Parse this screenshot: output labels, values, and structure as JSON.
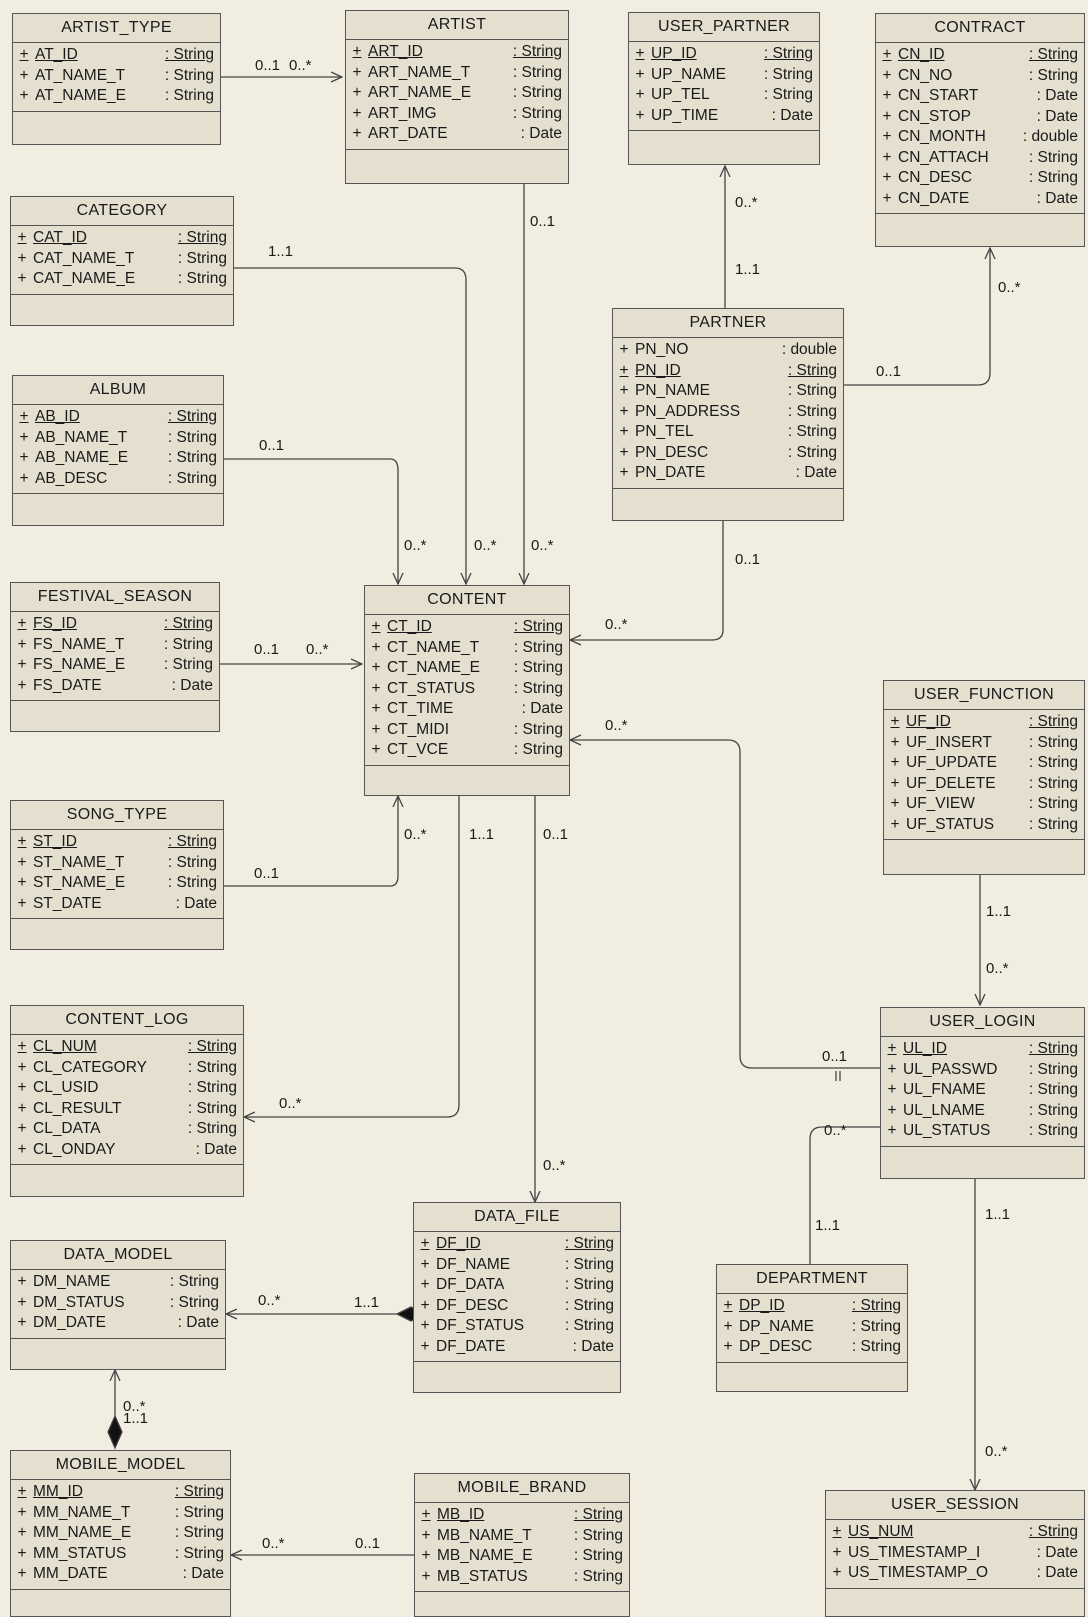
{
  "entities": {
    "artist_type": {
      "name": "ARTIST_TYPE",
      "attrs": [
        {
          "v": "+",
          "n": "AT_ID",
          "t": ": String",
          "key": true
        },
        {
          "v": "+",
          "n": "AT_NAME_T",
          "t": ": String"
        },
        {
          "v": "+",
          "n": "AT_NAME_E",
          "t": ": String"
        }
      ]
    },
    "artist": {
      "name": "ARTIST",
      "attrs": [
        {
          "v": "+",
          "n": "ART_ID",
          "t": ": String",
          "key": true
        },
        {
          "v": "+",
          "n": "ART_NAME_T",
          "t": ": String"
        },
        {
          "v": "+",
          "n": "ART_NAME_E",
          "t": ": String"
        },
        {
          "v": "+",
          "n": "ART_IMG",
          "t": ": String"
        },
        {
          "v": "+",
          "n": "ART_DATE",
          "t": ": Date"
        }
      ]
    },
    "user_partner": {
      "name": "USER_PARTNER",
      "attrs": [
        {
          "v": "+",
          "n": "UP_ID",
          "t": ": String",
          "key": true
        },
        {
          "v": "+",
          "n": "UP_NAME",
          "t": ": String"
        },
        {
          "v": "+",
          "n": "UP_TEL",
          "t": ": String"
        },
        {
          "v": "+",
          "n": "UP_TIME",
          "t": ": Date"
        }
      ]
    },
    "contract": {
      "name": "CONTRACT",
      "attrs": [
        {
          "v": "+",
          "n": "CN_ID",
          "t": ": String",
          "key": true
        },
        {
          "v": "+",
          "n": "CN_NO",
          "t": ": String"
        },
        {
          "v": "+",
          "n": "CN_START",
          "t": ": Date"
        },
        {
          "v": "+",
          "n": "CN_STOP",
          "t": ": Date"
        },
        {
          "v": "+",
          "n": "CN_MONTH",
          "t": ": double"
        },
        {
          "v": "+",
          "n": "CN_ATTACH",
          "t": ": String"
        },
        {
          "v": "+",
          "n": "CN_DESC",
          "t": ": String"
        },
        {
          "v": "+",
          "n": "CN_DATE",
          "t": ": Date"
        }
      ]
    },
    "category": {
      "name": "CATEGORY",
      "attrs": [
        {
          "v": "+",
          "n": "CAT_ID",
          "t": ": String",
          "key": true
        },
        {
          "v": "+",
          "n": "CAT_NAME_T",
          "t": ": String"
        },
        {
          "v": "+",
          "n": "CAT_NAME_E",
          "t": ": String"
        }
      ]
    },
    "partner": {
      "name": "PARTNER",
      "attrs": [
        {
          "v": "+",
          "n": "PN_NO",
          "t": ": double"
        },
        {
          "v": "+",
          "n": "PN_ID",
          "t": ": String",
          "key": true
        },
        {
          "v": "+",
          "n": "PN_NAME",
          "t": ": String"
        },
        {
          "v": "+",
          "n": "PN_ADDRESS",
          "t": ": String"
        },
        {
          "v": "+",
          "n": "PN_TEL",
          "t": ": String"
        },
        {
          "v": "+",
          "n": "PN_DESC",
          "t": ": String"
        },
        {
          "v": "+",
          "n": "PN_DATE",
          "t": ": Date"
        }
      ]
    },
    "album": {
      "name": "ALBUM",
      "attrs": [
        {
          "v": "+",
          "n": "AB_ID",
          "t": ": String",
          "key": true
        },
        {
          "v": "+",
          "n": "AB_NAME_T",
          "t": ": String"
        },
        {
          "v": "+",
          "n": "AB_NAME_E",
          "t": ": String"
        },
        {
          "v": "+",
          "n": "AB_DESC",
          "t": ": String"
        }
      ]
    },
    "festival_season": {
      "name": "FESTIVAL_SEASON",
      "attrs": [
        {
          "v": "+",
          "n": "FS_ID",
          "t": ": String",
          "key": true
        },
        {
          "v": "+",
          "n": "FS_NAME_T",
          "t": ": String"
        },
        {
          "v": "+",
          "n": "FS_NAME_E",
          "t": ": String"
        },
        {
          "v": "+",
          "n": "FS_DATE",
          "t": ": Date"
        }
      ]
    },
    "content": {
      "name": "CONTENT",
      "attrs": [
        {
          "v": "+",
          "n": "CT_ID",
          "t": ": String",
          "key": true
        },
        {
          "v": "+",
          "n": "CT_NAME_T",
          "t": ": String"
        },
        {
          "v": "+",
          "n": "CT_NAME_E",
          "t": ": String"
        },
        {
          "v": "+",
          "n": "CT_STATUS",
          "t": ": String"
        },
        {
          "v": "+",
          "n": "CT_TIME",
          "t": ": Date"
        },
        {
          "v": "+",
          "n": "CT_MIDI",
          "t": ": String"
        },
        {
          "v": "+",
          "n": "CT_VCE",
          "t": ": String"
        }
      ]
    },
    "user_function": {
      "name": "USER_FUNCTION",
      "attrs": [
        {
          "v": "+",
          "n": "UF_ID",
          "t": ": String",
          "key": true
        },
        {
          "v": "+",
          "n": "UF_INSERT",
          "t": ": String"
        },
        {
          "v": "+",
          "n": "UF_UPDATE",
          "t": ": String"
        },
        {
          "v": "+",
          "n": "UF_DELETE",
          "t": ": String"
        },
        {
          "v": "+",
          "n": "UF_VIEW",
          "t": ": String"
        },
        {
          "v": "+",
          "n": "UF_STATUS",
          "t": ": String"
        }
      ]
    },
    "song_type": {
      "name": "SONG_TYPE",
      "attrs": [
        {
          "v": "+",
          "n": "ST_ID",
          "t": ": String",
          "key": true
        },
        {
          "v": "+",
          "n": "ST_NAME_T",
          "t": ": String"
        },
        {
          "v": "+",
          "n": "ST_NAME_E",
          "t": ": String"
        },
        {
          "v": "+",
          "n": "ST_DATE",
          "t": ": Date"
        }
      ]
    },
    "content_log": {
      "name": "CONTENT_LOG",
      "attrs": [
        {
          "v": "+",
          "n": "CL_NUM",
          "t": ": String",
          "key": true
        },
        {
          "v": "+",
          "n": "CL_CATEGORY",
          "t": ": String"
        },
        {
          "v": "+",
          "n": "CL_USID",
          "t": ": String"
        },
        {
          "v": "+",
          "n": "CL_RESULT",
          "t": ": String"
        },
        {
          "v": "+",
          "n": "CL_DATA",
          "t": ": String"
        },
        {
          "v": "+",
          "n": "CL_ONDAY",
          "t": ": Date"
        }
      ]
    },
    "user_login": {
      "name": "USER_LOGIN",
      "attrs": [
        {
          "v": "+",
          "n": "UL_ID",
          "t": ": String",
          "key": true
        },
        {
          "v": "+",
          "n": "UL_PASSWD",
          "t": ": String"
        },
        {
          "v": "+",
          "n": "UL_FNAME",
          "t": ": String"
        },
        {
          "v": "+",
          "n": "UL_LNAME",
          "t": ": String"
        },
        {
          "v": "+",
          "n": "UL_STATUS",
          "t": ": String"
        }
      ]
    },
    "data_file": {
      "name": "DATA_FILE",
      "attrs": [
        {
          "v": "+",
          "n": "DF_ID",
          "t": ": String",
          "key": true
        },
        {
          "v": "+",
          "n": "DF_NAME",
          "t": ": String"
        },
        {
          "v": "+",
          "n": "DF_DATA",
          "t": ": String"
        },
        {
          "v": "+",
          "n": "DF_DESC",
          "t": ": String"
        },
        {
          "v": "+",
          "n": "DF_STATUS",
          "t": ": String"
        },
        {
          "v": "+",
          "n": "DF_DATE",
          "t": ": Date"
        }
      ]
    },
    "data_model": {
      "name": "DATA_MODEL",
      "attrs": [
        {
          "v": "+",
          "n": "DM_NAME",
          "t": ": String"
        },
        {
          "v": "+",
          "n": "DM_STATUS",
          "t": ": String"
        },
        {
          "v": "+",
          "n": "DM_DATE",
          "t": ": Date"
        }
      ]
    },
    "department": {
      "name": "DEPARTMENT",
      "attrs": [
        {
          "v": "+",
          "n": "DP_ID",
          "t": ": String",
          "key": true
        },
        {
          "v": "+",
          "n": "DP_NAME",
          "t": ": String"
        },
        {
          "v": "+",
          "n": "DP_DESC",
          "t": ": String"
        }
      ]
    },
    "mobile_model": {
      "name": "MOBILE_MODEL",
      "attrs": [
        {
          "v": "+",
          "n": "MM_ID",
          "t": ": String",
          "key": true
        },
        {
          "v": "+",
          "n": "MM_NAME_T",
          "t": ": String"
        },
        {
          "v": "+",
          "n": "MM_NAME_E",
          "t": ": String"
        },
        {
          "v": "+",
          "n": "MM_STATUS",
          "t": ": String"
        },
        {
          "v": "+",
          "n": "MM_DATE",
          "t": ": Date"
        }
      ]
    },
    "mobile_brand": {
      "name": "MOBILE_BRAND",
      "attrs": [
        {
          "v": "+",
          "n": "MB_ID",
          "t": ": String",
          "key": true
        },
        {
          "v": "+",
          "n": "MB_NAME_T",
          "t": ": String"
        },
        {
          "v": "+",
          "n": "MB_NAME_E",
          "t": ": String"
        },
        {
          "v": "+",
          "n": "MB_STATUS",
          "t": ": String"
        }
      ]
    },
    "user_session": {
      "name": "USER_SESSION",
      "attrs": [
        {
          "v": "+",
          "n": "US_NUM",
          "t": ": String",
          "key": true
        },
        {
          "v": "+",
          "n": "US_TIMESTAMP_I",
          "t": ": Date"
        },
        {
          "v": "+",
          "n": "US_TIMESTAMP_O",
          "t": ": Date"
        }
      ]
    }
  },
  "multiplicities": [
    "0..1",
    "0..*",
    "0..1",
    "1..1",
    "0..1",
    "0..*",
    "0..*",
    "0..*",
    "1..1",
    "0..*",
    "0..1",
    "0..*",
    "0..1",
    "0..1",
    "0..*",
    "0..*",
    "0..1",
    "0..*",
    "0..*",
    "1..1",
    "0..1",
    "0..*",
    "1..1",
    "0..*",
    "0..1",
    "0..*",
    "0..*",
    "1..1",
    "1..1",
    "0..*",
    "0..*",
    "1..1",
    "0..*",
    "0..1",
    "1..1",
    "0..*"
  ]
}
